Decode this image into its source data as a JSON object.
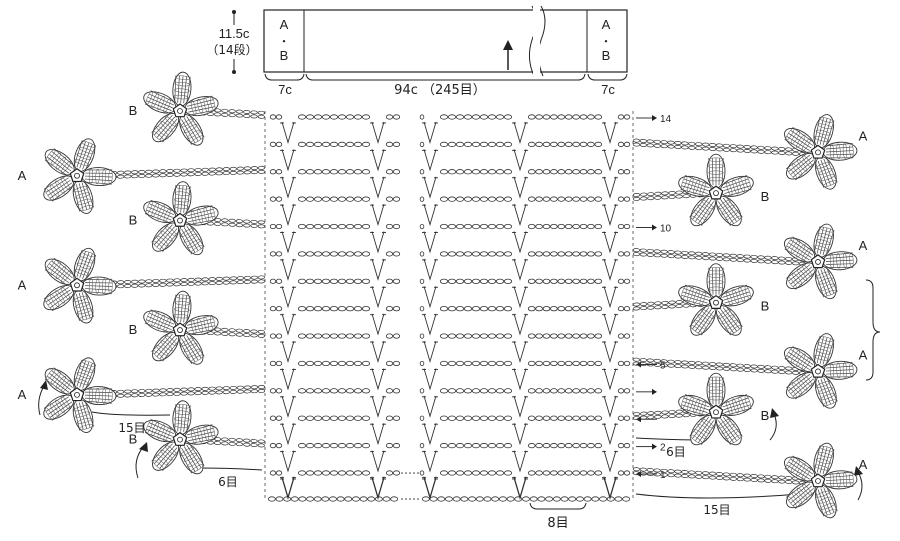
{
  "schematic": {
    "height_label": "11.5c",
    "rows_label": "（14段）",
    "left_end_label_top": "A",
    "left_end_label_mid": "・",
    "left_end_label_bottom": "B",
    "right_end_label_top": "A",
    "right_end_label_mid": "・",
    "right_end_label_bottom": "B",
    "left_width_label": "7c",
    "center_width_label": "94c （245目）",
    "right_width_label": "7c"
  },
  "chart": {
    "total_rows": 14,
    "row_markers": [
      {
        "row": 14,
        "label": "14",
        "dir": "right"
      },
      {
        "row": 10,
        "label": "10",
        "dir": "right"
      },
      {
        "row": 5,
        "label": "5",
        "dir": "left"
      },
      {
        "row": 4,
        "label": "",
        "dir": "right"
      },
      {
        "row": 3,
        "label": "",
        "dir": "left"
      },
      {
        "row": 2,
        "label": "2",
        "dir": "right"
      },
      {
        "row": 1,
        "label": "1",
        "dir": "left"
      }
    ],
    "repeat_label": "8目"
  },
  "motifs_left": [
    {
      "label": "B",
      "row": 14
    },
    {
      "label": "A",
      "row": 12
    },
    {
      "label": "B",
      "row": 10
    },
    {
      "label": "A",
      "row": 8
    },
    {
      "label": "B",
      "row": 6
    },
    {
      "label": "A",
      "row": 4
    },
    {
      "label": "B",
      "row": 2
    }
  ],
  "motifs_right": [
    {
      "label": "A",
      "row": 13
    },
    {
      "label": "B",
      "row": 11
    },
    {
      "label": "A",
      "row": 9
    },
    {
      "label": "B",
      "row": 7
    },
    {
      "label": "A",
      "row": 5
    },
    {
      "label": "B",
      "row": 3
    },
    {
      "label": "A",
      "row": 1
    }
  ],
  "annotations": {
    "left_15": "15目",
    "left_6": "6目",
    "right_6": "6目",
    "right_15": "15目"
  }
}
